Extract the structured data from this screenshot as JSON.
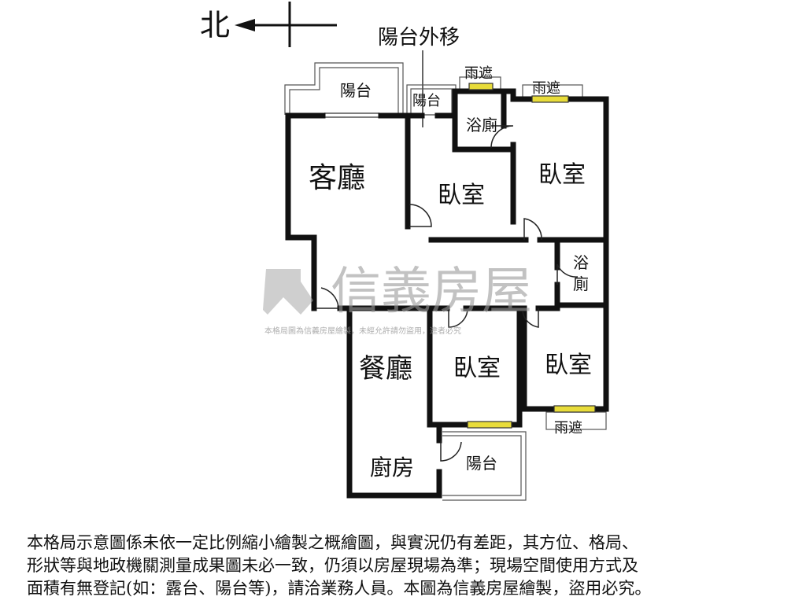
{
  "compass": {
    "north": "北"
  },
  "annotation": "陽台外移",
  "rooms": {
    "living": "客廳",
    "dining": "餐廳",
    "bedroom_center": "臥室",
    "bedroom_ne": "臥室",
    "bedroom_lower": "臥室",
    "bedroom_right": "臥室",
    "kitchen": "廚房",
    "bath_top": "浴廁",
    "bath_right_1": "浴",
    "bath_right_2": "廁",
    "balcony_top_left": "陽台",
    "balcony_top_small": "陽台",
    "balcony_bottom": "陽台",
    "awning_1": "雨遮",
    "awning_2": "雨遮",
    "awning_3": "雨遮"
  },
  "watermark": {
    "brand": "信義房屋",
    "notice": "本格局圖為信義房屋繪製，未經允許請勿盜用，違者必究"
  },
  "colors": {
    "wall": "#111111",
    "window": "#e8dc3a",
    "watermark": "#9a9a9a"
  },
  "disclaimer": {
    "line1": "本格局示意圖係未依一定比例縮小繪製之概繪圖，與實況仍有差距，其方位、格局、",
    "line2": "形狀等與地政機關測量成果圖未必一致，仍須以房屋現場為準；現場空間使用方式及",
    "line3": "面積有無登記(如：露台、陽台等)，請洽業務人員。本圖為信義房屋繪製，盜用必究。"
  }
}
